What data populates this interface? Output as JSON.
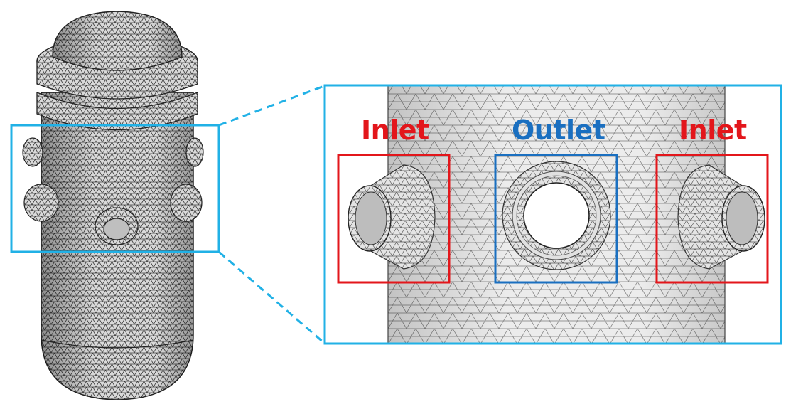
{
  "labels": {
    "inlet_left": "Inlet",
    "outlet": "Outlet",
    "inlet_right": "Inlet"
  },
  "colors": {
    "zoom_frame": "#21b1e6",
    "inlet_box": "#e3161b",
    "outlet_box": "#1a6fc0",
    "mesh_line": "#3a3a3a",
    "surface": "#dcdcdc"
  },
  "icons": {
    "vessel": "reactor-pressure-vessel-mesh",
    "zoom": "zoomed-nozzle-region-mesh"
  }
}
